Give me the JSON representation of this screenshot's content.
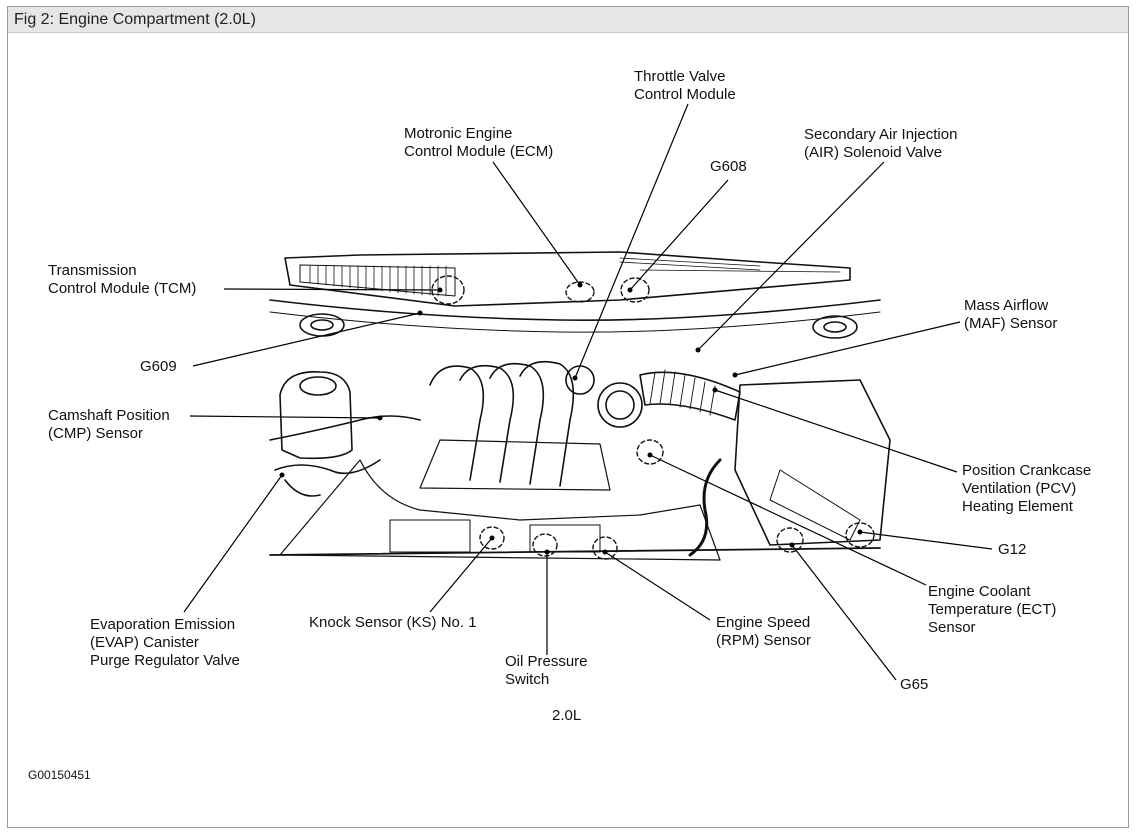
{
  "window": {
    "title": "Fig 2: Engine Compartment (2.0L)"
  },
  "labels": {
    "throttle": [
      "Throttle Valve",
      "Control Module"
    ],
    "ecm": [
      "Motronic Engine",
      "Control Module (ECM)"
    ],
    "g608": "G608",
    "air": [
      "Secondary Air Injection",
      "(AIR) Solenoid Valve"
    ],
    "tcm": [
      "Transmission",
      "Control Module (TCM)"
    ],
    "maf": [
      "Mass Airflow",
      "(MAF) Sensor"
    ],
    "g609": "G609",
    "cmp": [
      "Camshaft Position",
      "(CMP) Sensor"
    ],
    "pcv": [
      "Position Crankcase",
      "Ventilation (PCV)",
      "Heating Element"
    ],
    "g12": "G12",
    "evap": [
      "Evaporation Emission",
      "(EVAP) Canister",
      "Purge Regulator Valve"
    ],
    "ks": "Knock Sensor (KS) No. 1",
    "rpm": [
      "Engine Speed",
      "(RPM) Sensor"
    ],
    "ect": [
      "Engine Coolant",
      "Temperature (ECT)",
      "Sensor"
    ],
    "oil": [
      "Oil Pressure",
      "Switch"
    ],
    "g65": "G65",
    "engine": "2.0L",
    "fig_id": "G00150451"
  }
}
